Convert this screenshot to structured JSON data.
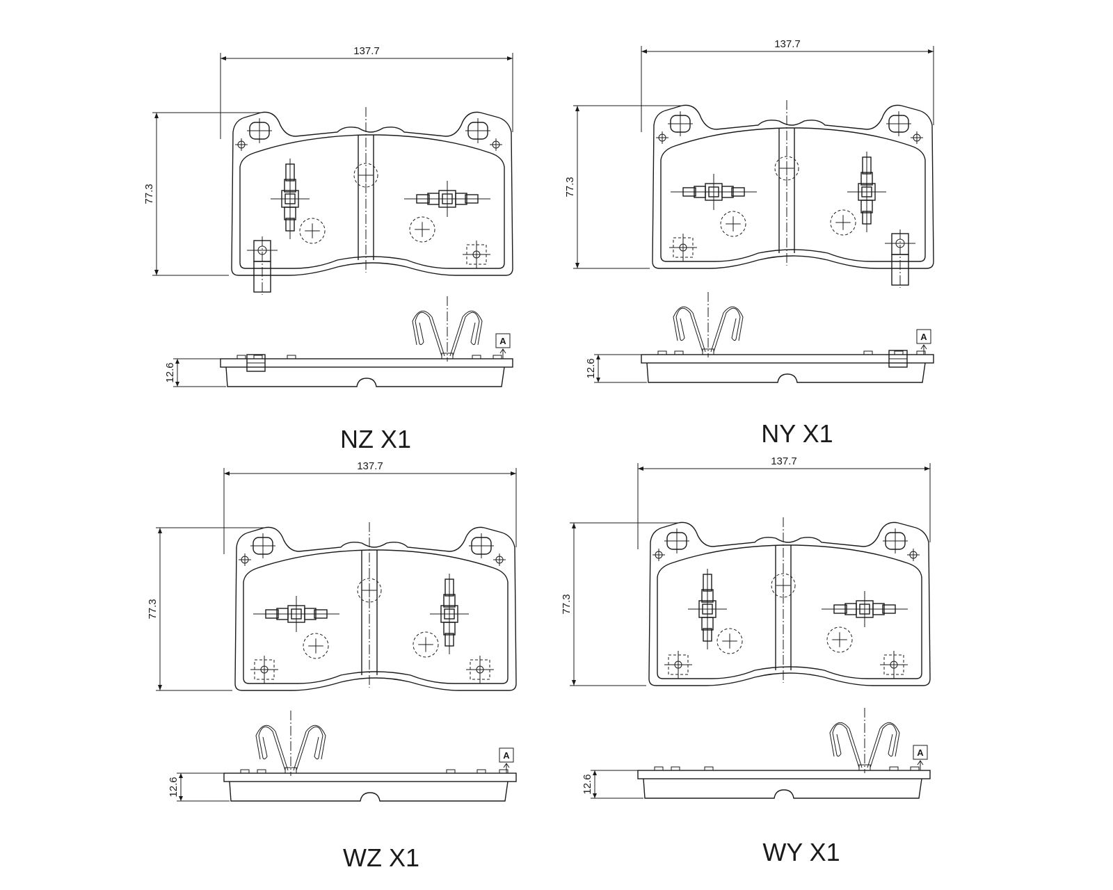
{
  "views": [
    {
      "code": "NZ X1",
      "width": "137.7",
      "height": "77.3",
      "thickness": "12.6",
      "ref": "A"
    },
    {
      "code": "NY X1",
      "width": "137.7",
      "height": "77.3",
      "thickness": "12.6",
      "ref": "A"
    },
    {
      "code": "WZ X1",
      "width": "137.7",
      "height": "77.3",
      "thickness": "12.6",
      "ref": "A"
    },
    {
      "code": "WY X1",
      "width": "137.7",
      "height": "77.3",
      "thickness": "12.6",
      "ref": "A"
    }
  ],
  "colors": {
    "line": "#1a1a1a",
    "background": "#ffffff"
  }
}
